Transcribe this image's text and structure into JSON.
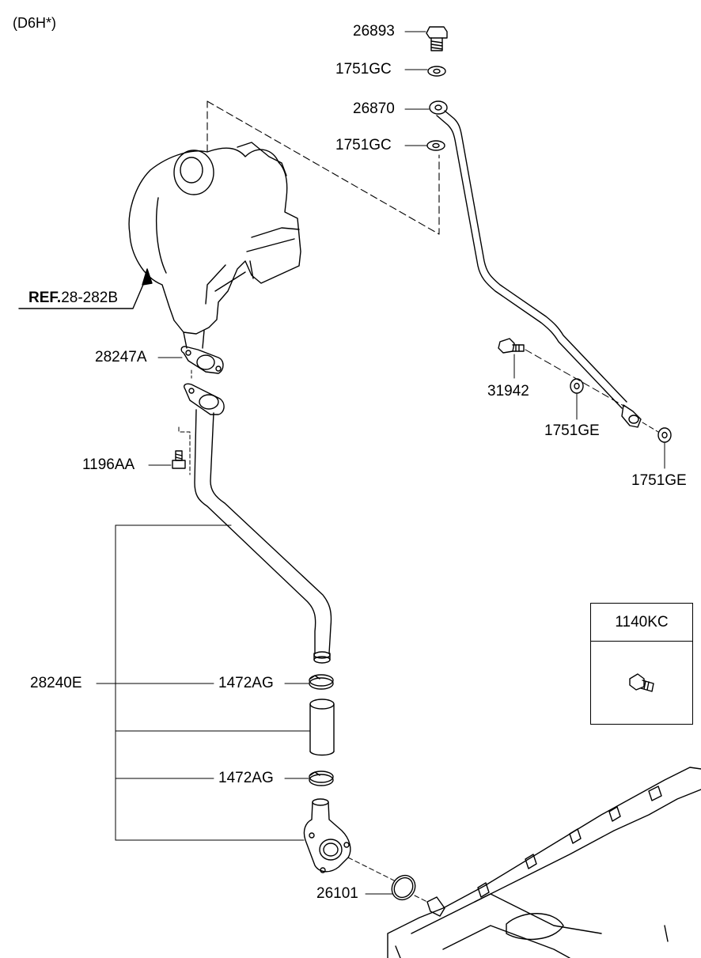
{
  "header": {
    "variant": "(D6H*)"
  },
  "reference": {
    "prefix": "REF.",
    "code": "28-282B"
  },
  "parts": {
    "p26893": "26893",
    "p1751gc_top": "1751GC",
    "p26870": "26870",
    "p1751gc_mid": "1751GC",
    "p28247a": "28247A",
    "p1196aa": "1196AA",
    "p31942": "31942",
    "p1751ge_a": "1751GE",
    "p1751ge_b": "1751GE",
    "p28240e": "28240E",
    "p1472ag_top": "1472AG",
    "p1472ag_bot": "1472AG",
    "p26101": "26101"
  },
  "inset": {
    "title": "1140KC"
  }
}
